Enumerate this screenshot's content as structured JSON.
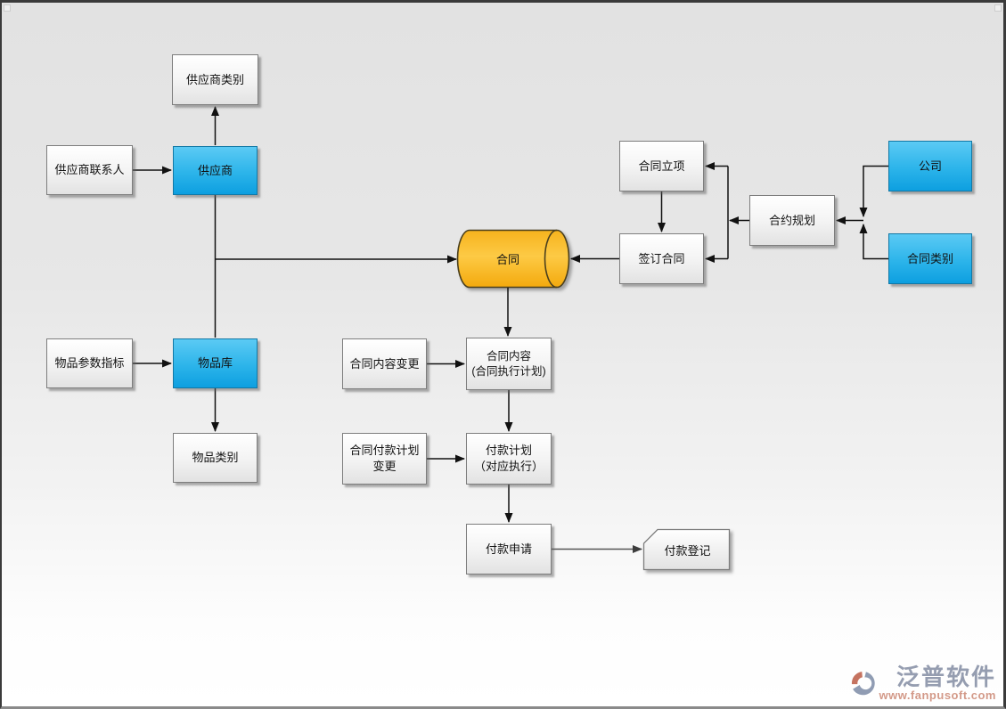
{
  "canvas": {
    "background_top": "#e2e2e2",
    "background_bottom": "#ffffff"
  },
  "colors": {
    "node_blue_top": "#5bcaf4",
    "node_blue_bottom": "#0d9fe0",
    "node_blue_border": "#1278a5",
    "node_white_border": "#7d7d7d",
    "cylinder_fill": "#fbc232",
    "cylinder_border": "#4a3f1d",
    "connector": "#111111",
    "logo_text_color": "#8a93a8",
    "logo_url_color": "#cf8f7c"
  },
  "nodes": {
    "supplier_category": {
      "label": "供应商类别",
      "type": "white-rect"
    },
    "supplier_contact": {
      "label": "供应商联系人",
      "type": "white-rect"
    },
    "supplier": {
      "label": "供应商",
      "type": "blue-rect"
    },
    "contract": {
      "label": "合同",
      "type": "cylinder"
    },
    "contract_setup": {
      "label": "合同立项",
      "type": "white-rect"
    },
    "sign_contract": {
      "label": "签订合同",
      "type": "white-rect"
    },
    "contract_planning": {
      "label": "合约规划",
      "type": "white-rect"
    },
    "company": {
      "label": "公司",
      "type": "blue-rect"
    },
    "contract_category": {
      "label": "合同类别",
      "type": "blue-rect"
    },
    "item_params": {
      "label": "物品参数指标",
      "type": "white-rect"
    },
    "item_library": {
      "label": "物品库",
      "type": "blue-rect"
    },
    "item_category": {
      "label": "物品类别",
      "type": "white-rect"
    },
    "content_change": {
      "label": "合同内容变更",
      "type": "white-rect"
    },
    "contract_content": {
      "label": "合同内容",
      "label2": "(合同执行计划)",
      "type": "white-rect"
    },
    "payment_plan_change": {
      "label": "合同付款计划",
      "label2": "变更",
      "type": "white-rect"
    },
    "payment_plan": {
      "label": "付款计划",
      "label2": "（对应执行）",
      "type": "white-rect"
    },
    "payment_request": {
      "label": "付款申请",
      "type": "white-rect"
    },
    "payment_register": {
      "label": "付款登记",
      "type": "card"
    }
  },
  "edges": [
    {
      "from": "供应商",
      "to": "供应商类别"
    },
    {
      "from": "供应商联系人",
      "to": "供应商"
    },
    {
      "from": "供应商",
      "to": "物品库"
    },
    {
      "from": "供应商",
      "to": "合同"
    },
    {
      "from": "签订合同",
      "to": "合同"
    },
    {
      "from": "合同立项",
      "to": "签订合同"
    },
    {
      "from": "合约规划",
      "to": "合同立项"
    },
    {
      "from": "合约规划",
      "to": "签订合同"
    },
    {
      "from": "公司",
      "to": "合约规划"
    },
    {
      "from": "合同类别",
      "to": "合约规划"
    },
    {
      "from": "物品参数指标",
      "to": "物品库"
    },
    {
      "from": "物品库",
      "to": "物品类别"
    },
    {
      "from": "合同",
      "to": "合同内容(合同执行计划)"
    },
    {
      "from": "合同内容变更",
      "to": "合同内容(合同执行计划)"
    },
    {
      "from": "合同内容(合同执行计划)",
      "to": "付款计划（对应执行）"
    },
    {
      "from": "合同付款计划变更",
      "to": "付款计划（对应执行）"
    },
    {
      "from": "付款计划（对应执行）",
      "to": "付款申请"
    },
    {
      "from": "付款申请",
      "to": "付款登记"
    }
  ],
  "logo": {
    "brand": "泛普软件",
    "url": "www.fanpusoft.com"
  }
}
